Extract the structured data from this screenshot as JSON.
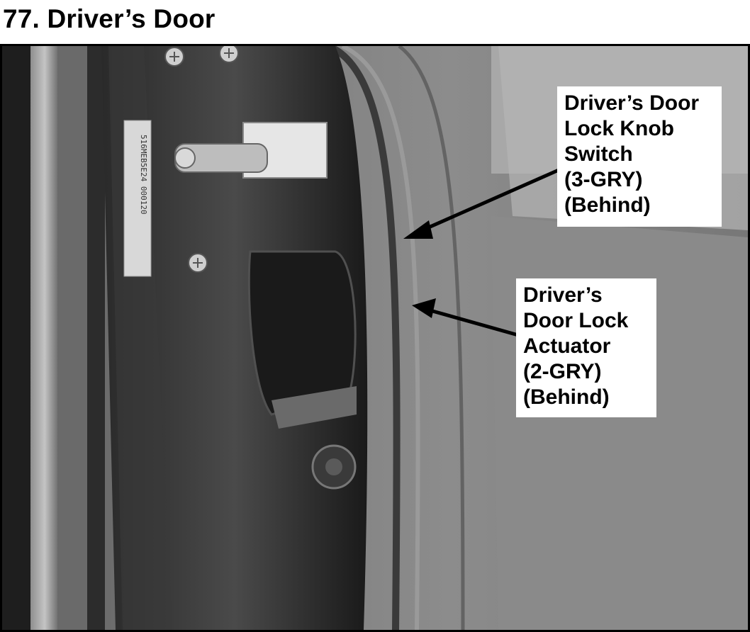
{
  "page": {
    "title": "77. Driver’s Door"
  },
  "photo": {
    "sticker_text": "516MEB5E24 000120"
  },
  "callouts": [
    {
      "id": "lock-knob-switch",
      "lines": [
        "Driver’s Door",
        "Lock Knob",
        "Switch",
        "(3-GRY)",
        "(Behind)"
      ]
    },
    {
      "id": "lock-actuator",
      "lines": [
        "Driver’s",
        "Door Lock",
        "Actuator",
        "(2-GRY)",
        "(Behind)"
      ]
    }
  ],
  "colors": {
    "background": "#ffffff",
    "text": "#000000",
    "frame": "#000000"
  }
}
